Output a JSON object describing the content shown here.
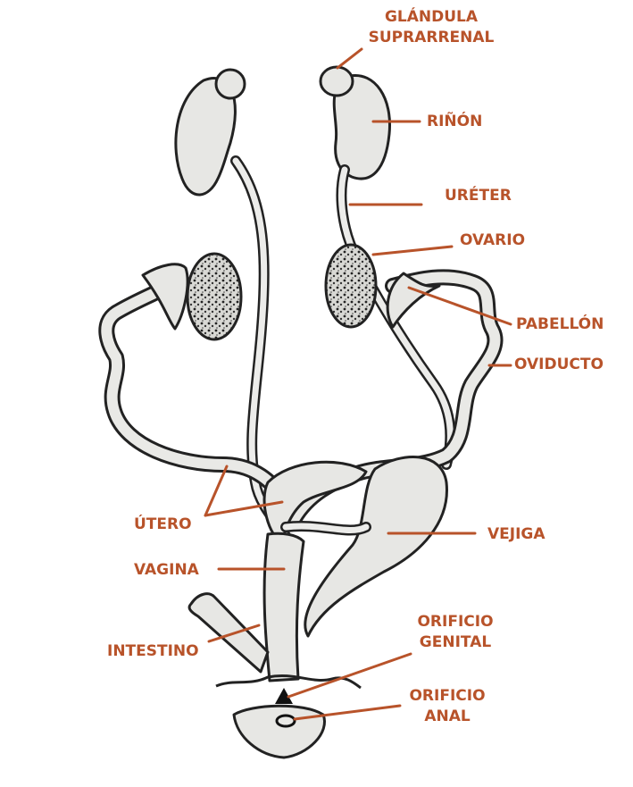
{
  "accent_color": "#b8532a",
  "labels": {
    "glandula": [
      "GLÁNDULA",
      "SUPRARRENAL"
    ],
    "rinon": "RIÑÓN",
    "ureter": "URÉTER",
    "ovario": "OVARIO",
    "pabellon": "PABELLÓN",
    "oviducto": "OVIDUCTO",
    "utero": "ÚTERO",
    "vejiga": "VEJIGA",
    "vagina": "VAGINA",
    "intestino": "INTESTINO",
    "orificio_genital": [
      "ORIFICIO",
      "GENITAL"
    ],
    "orificio_anal": [
      "ORIFICIO",
      "ANAL"
    ]
  }
}
